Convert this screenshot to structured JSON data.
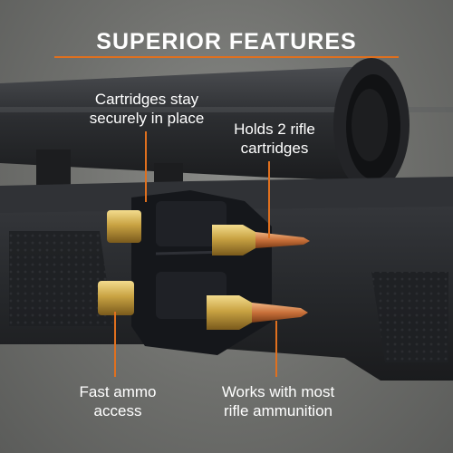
{
  "title": "SUPERIOR FEATURES",
  "callouts": {
    "secure": "Cartridges stay\nsecurely in place",
    "holds": "Holds 2 rifle\ncartridges",
    "fast": "Fast ammo\naccess",
    "works": "Works with most\nrifle ammunition"
  },
  "colors": {
    "accent": "#e0701e",
    "background": "#6f706e",
    "text": "#ffffff",
    "sleeve": "#15171b",
    "brass": "#c9a343",
    "copper": "#c8703a"
  }
}
